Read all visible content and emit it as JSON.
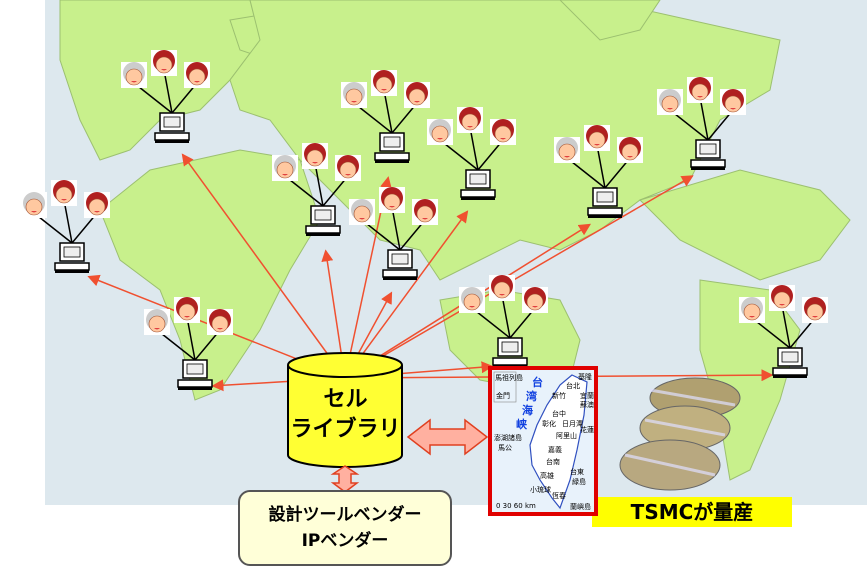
{
  "cell_library": {
    "line1": "セル",
    "line2": "ライブラリ"
  },
  "vendor_box": {
    "line1": "設計ツールベンダー",
    "line2": "IPベンダー"
  },
  "tsmc_label": "TSMCが量産",
  "taiwan_map": {
    "strait": [
      "台",
      "湾",
      "海",
      "峡"
    ],
    "places": [
      "馬祖列島",
      "金門",
      "基隆",
      "台北",
      "新竹",
      "宜蘭",
      "蘇澳",
      "台中",
      "彰化",
      "日月潭",
      "花蓮",
      "阿里山",
      "澎湖諸島",
      "馬公",
      "嘉義",
      "台南",
      "台東",
      "緑島",
      "高雄",
      "小琉球",
      "恆春",
      "蘭嶼島"
    ],
    "scale": "0  30  60 km"
  },
  "colors": {
    "ocean": "#dde8ee",
    "land": "#c8f08c",
    "arrow": "#f05030",
    "cylinder": "#ffff33",
    "map_border": "#e00000",
    "tsmc_bg": "#ffff00"
  }
}
